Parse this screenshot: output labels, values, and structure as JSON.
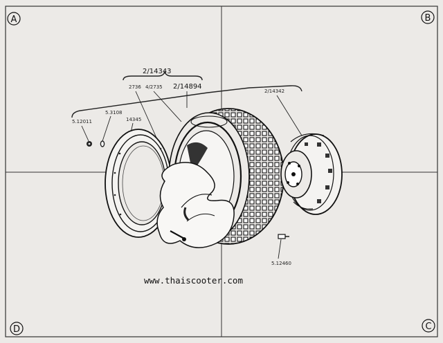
{
  "corners": {
    "a": "A",
    "b": "B",
    "c": "C",
    "d": "D"
  },
  "labels": {
    "group_top": "2/14343",
    "part_2736": "2736",
    "part_4_2735": "4/2735",
    "part_2_14894": "2/14894",
    "part_2_14342": "2/14342",
    "part_5_12011": "5.12011",
    "part_5_3108": "5.3108",
    "part_14345": "14345",
    "part_5_12460": "5.12460"
  },
  "watermark": "www.thaiscooter.com"
}
